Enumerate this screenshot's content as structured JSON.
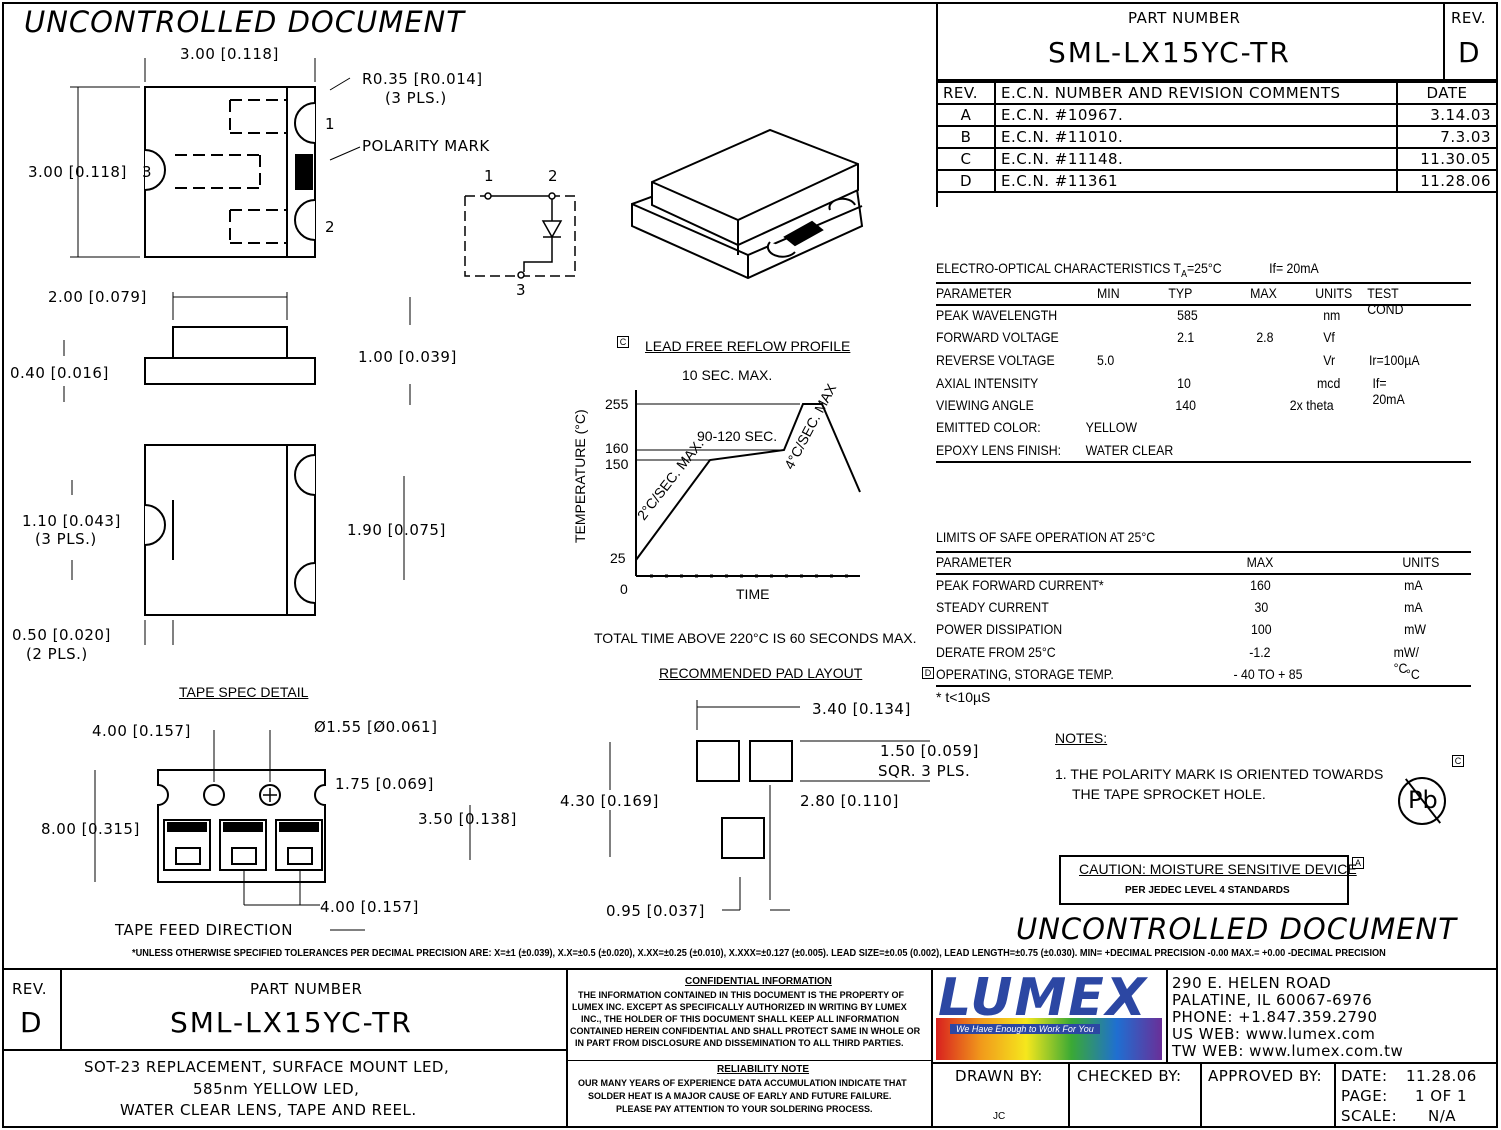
{
  "watermark": "UNCONTROLLED DOCUMENT",
  "title_block": {
    "part_number_label": "PART NUMBER",
    "part_number": "SML-LX15YC-TR",
    "rev_label": "REV.",
    "rev": "D"
  },
  "revision_table": {
    "headers": [
      "REV.",
      "E.C.N. NUMBER AND REVISION COMMENTS",
      "DATE"
    ],
    "rows": [
      [
        "A",
        "E.C.N. #10967.",
        "3.14.03"
      ],
      [
        "B",
        "E.C.N. #11010.",
        "7.3.03"
      ],
      [
        "C",
        "E.C.N. #11148.",
        "11.30.05"
      ],
      [
        "D",
        "E.C.N. #11361",
        "11.28.06"
      ]
    ]
  },
  "electro_optical": {
    "title": "ELECTRO-OPTICAL CHARACTERISTICS T",
    "title_sub": "A",
    "title_rest": "=25°C",
    "title_if": "If= 20mA",
    "headers": [
      "PARAMETER",
      "MIN",
      "TYP",
      "MAX",
      "UNITS",
      "TEST COND"
    ],
    "rows": [
      [
        "PEAK WAVELENGTH",
        "",
        "585",
        "",
        "nm",
        ""
      ],
      [
        "FORWARD VOLTAGE",
        "",
        "2.1",
        "2.8",
        "Vf",
        ""
      ],
      [
        "REVERSE VOLTAGE",
        "5.0",
        "",
        "",
        "Vr",
        "Ir=100µA"
      ],
      [
        "AXIAL INTENSITY",
        "",
        "10",
        "",
        "mcd",
        "If= 20mA"
      ],
      [
        "VIEWING ANGLE",
        "",
        "140",
        "",
        "2x theta",
        ""
      ]
    ],
    "emitted_color_label": "EMITTED COLOR:",
    "emitted_color": "YELLOW",
    "lens_label": "EPOXY LENS FINISH:",
    "lens": "WATER CLEAR"
  },
  "limits": {
    "title": "LIMITS OF SAFE OPERATION AT 25°C",
    "headers": [
      "PARAMETER",
      "MAX",
      "UNITS"
    ],
    "rows": [
      [
        "PEAK FORWARD CURRENT*",
        "160",
        "mA"
      ],
      [
        "STEADY CURRENT",
        "30",
        "mA"
      ],
      [
        "POWER DISSIPATION",
        "100",
        "mW"
      ],
      [
        "DERATE FROM 25°C",
        "-1.2",
        "mW/°C"
      ],
      [
        "OPERATING, STORAGE TEMP.",
        "- 40 TO + 85",
        "°C"
      ]
    ],
    "footnote": "* t<10µS",
    "marker": "D"
  },
  "notes": {
    "title": "NOTES:",
    "items": [
      "1. THE POLARITY MARK IS ORIENTED TOWARDS",
      "THE TAPE SPROCKET HOLE."
    ],
    "marker": "C",
    "pb_label": "Pb"
  },
  "caution": {
    "line1": "CAUTION: MOISTURE SENSITIVE DEVICE",
    "line2": "PER JEDEC LEVEL 4 STANDARDS",
    "marker": "A"
  },
  "top_view": {
    "width_dim": "3.00 [0.118]",
    "height_dim": "3.00 [0.118]",
    "radius": "R0.35 [R0.014]",
    "radius_count": "(3 PLS.)",
    "polarity": "POLARITY MARK",
    "pin1": "1",
    "pin2": "2",
    "pin3": "3"
  },
  "schematic": {
    "pin1": "1",
    "pin2": "2",
    "pin3": "3"
  },
  "side_view": {
    "width_dim": "2.00 [0.079]",
    "thickness_dim": "0.40 [0.016]",
    "height_dim": "1.00 [0.039]"
  },
  "bottom_view": {
    "notch_dim": "1.10 [0.043]",
    "notch_count": "(3 PLS.)",
    "span_dim": "1.90 [0.075]",
    "edge_dim": "0.50 [0.020]",
    "edge_count": "(2 PLS.)"
  },
  "reflow": {
    "marker": "C",
    "title": "LEAD FREE REFLOW PROFILE",
    "top_note": "10 SEC. MAX.",
    "soak_note": "90-120 SEC.",
    "ramp_up": "2°C/SEC. MAX.",
    "ramp_peak": "4°C/SEC. MAX",
    "ylabel": "TEMPERATURE (°C)",
    "xlabel": "TIME",
    "ticks": [
      "255",
      "160",
      "150",
      "25",
      "0"
    ],
    "footer": "TOTAL TIME ABOVE 220°C IS 60 SECONDS MAX."
  },
  "pad_layout": {
    "title": "RECOMMENDED PAD LAYOUT",
    "width_dim": "3.40 [0.134]",
    "pad_dim": "1.50 [0.059]",
    "pad_count": "SQR. 3 PLS.",
    "height_dim": "4.30 [0.169]",
    "pitch_dim": "2.80 [0.110]",
    "gap_dim": "0.95 [0.037]"
  },
  "tape": {
    "title": "TAPE SPEC DETAIL",
    "pitch_dim": "4.00 [0.157]",
    "hole_dim": "Ø1.55 [Ø0.061]",
    "offset_dim": "1.75 [0.069]",
    "center_dim": "3.50 [0.138]",
    "width_dim": "8.00 [0.315]",
    "pocket_dim": "4.00 [0.157]",
    "feed": "TAPE FEED DIRECTION"
  },
  "tolerances": "*UNLESS OTHERWISE SPECIFIED TOLERANCES PER DECIMAL PRECISION ARE: X=±1 (±0.039), X.X=±0.5 (±0.020), X.XX=±0.25 (±0.010), X.XXX=±0.127 (±0.005). LEAD SIZE=±0.05 (0.002), LEAD LENGTH=±0.75 (±0.030). MIN= +DECIMAL PRECISION -0.00   MAX.= +0.00 -DECIMAL PRECISION",
  "footer": {
    "rev_label": "REV.",
    "rev": "D",
    "part_label": "PART NUMBER",
    "part": "SML-LX15YC-TR",
    "description": [
      "SOT-23 REPLACEMENT, SURFACE MOUNT LED,",
      "585nm YELLOW LED,",
      "WATER CLEAR LENS, TAPE AND REEL."
    ],
    "confidential_title": "CONFIDENTIAL INFORMATION",
    "confidential": [
      "THE INFORMATION CONTAINED IN THIS DOCUMENT IS THE PROPERTY OF",
      "LUMEX INC.  EXCEPT AS SPECIFICALLY AUTHORIZED IN WRITING BY LUMEX",
      "INC., THE HOLDER OF THIS DOCUMENT SHALL KEEP ALL INFORMATION",
      "CONTAINED HEREIN CONFIDENTIAL AND SHALL PROTECT SAME IN WHOLE OR",
      "IN PART FROM DISCLOSURE AND DISSEMINATION TO ALL THIRD PARTIES."
    ],
    "reliability_title": "RELIABILITY NOTE",
    "reliability": [
      "OUR MANY YEARS OF EXPERIENCE DATA ACCUMULATION INDICATE THAT",
      "SOLDER HEAT IS A MAJOR CAUSE OF EARLY AND FUTURE FAILURE.",
      "PLEASE PAY ATTENTION TO YOUR SOLDERING PROCESS."
    ],
    "logo": "LUMEX",
    "logo_tagline": "We Have Enough to Work For You",
    "address": [
      "290 E. HELEN ROAD",
      "PALATINE, IL  60067-6976",
      "PHONE: +1.847.359.2790",
      "US WEB: www.lumex.com",
      "TW WEB: www.lumex.com.tw"
    ],
    "drawn_label": "DRAWN BY:",
    "drawn": "JC",
    "checked_label": "CHECKED BY:",
    "approved_label": "APPROVED BY:",
    "date_label": "DATE:",
    "date": "11.28.06",
    "page_label": "PAGE:",
    "page": "1 OF 1",
    "scale_label": "SCALE:",
    "scale": "N/A"
  }
}
